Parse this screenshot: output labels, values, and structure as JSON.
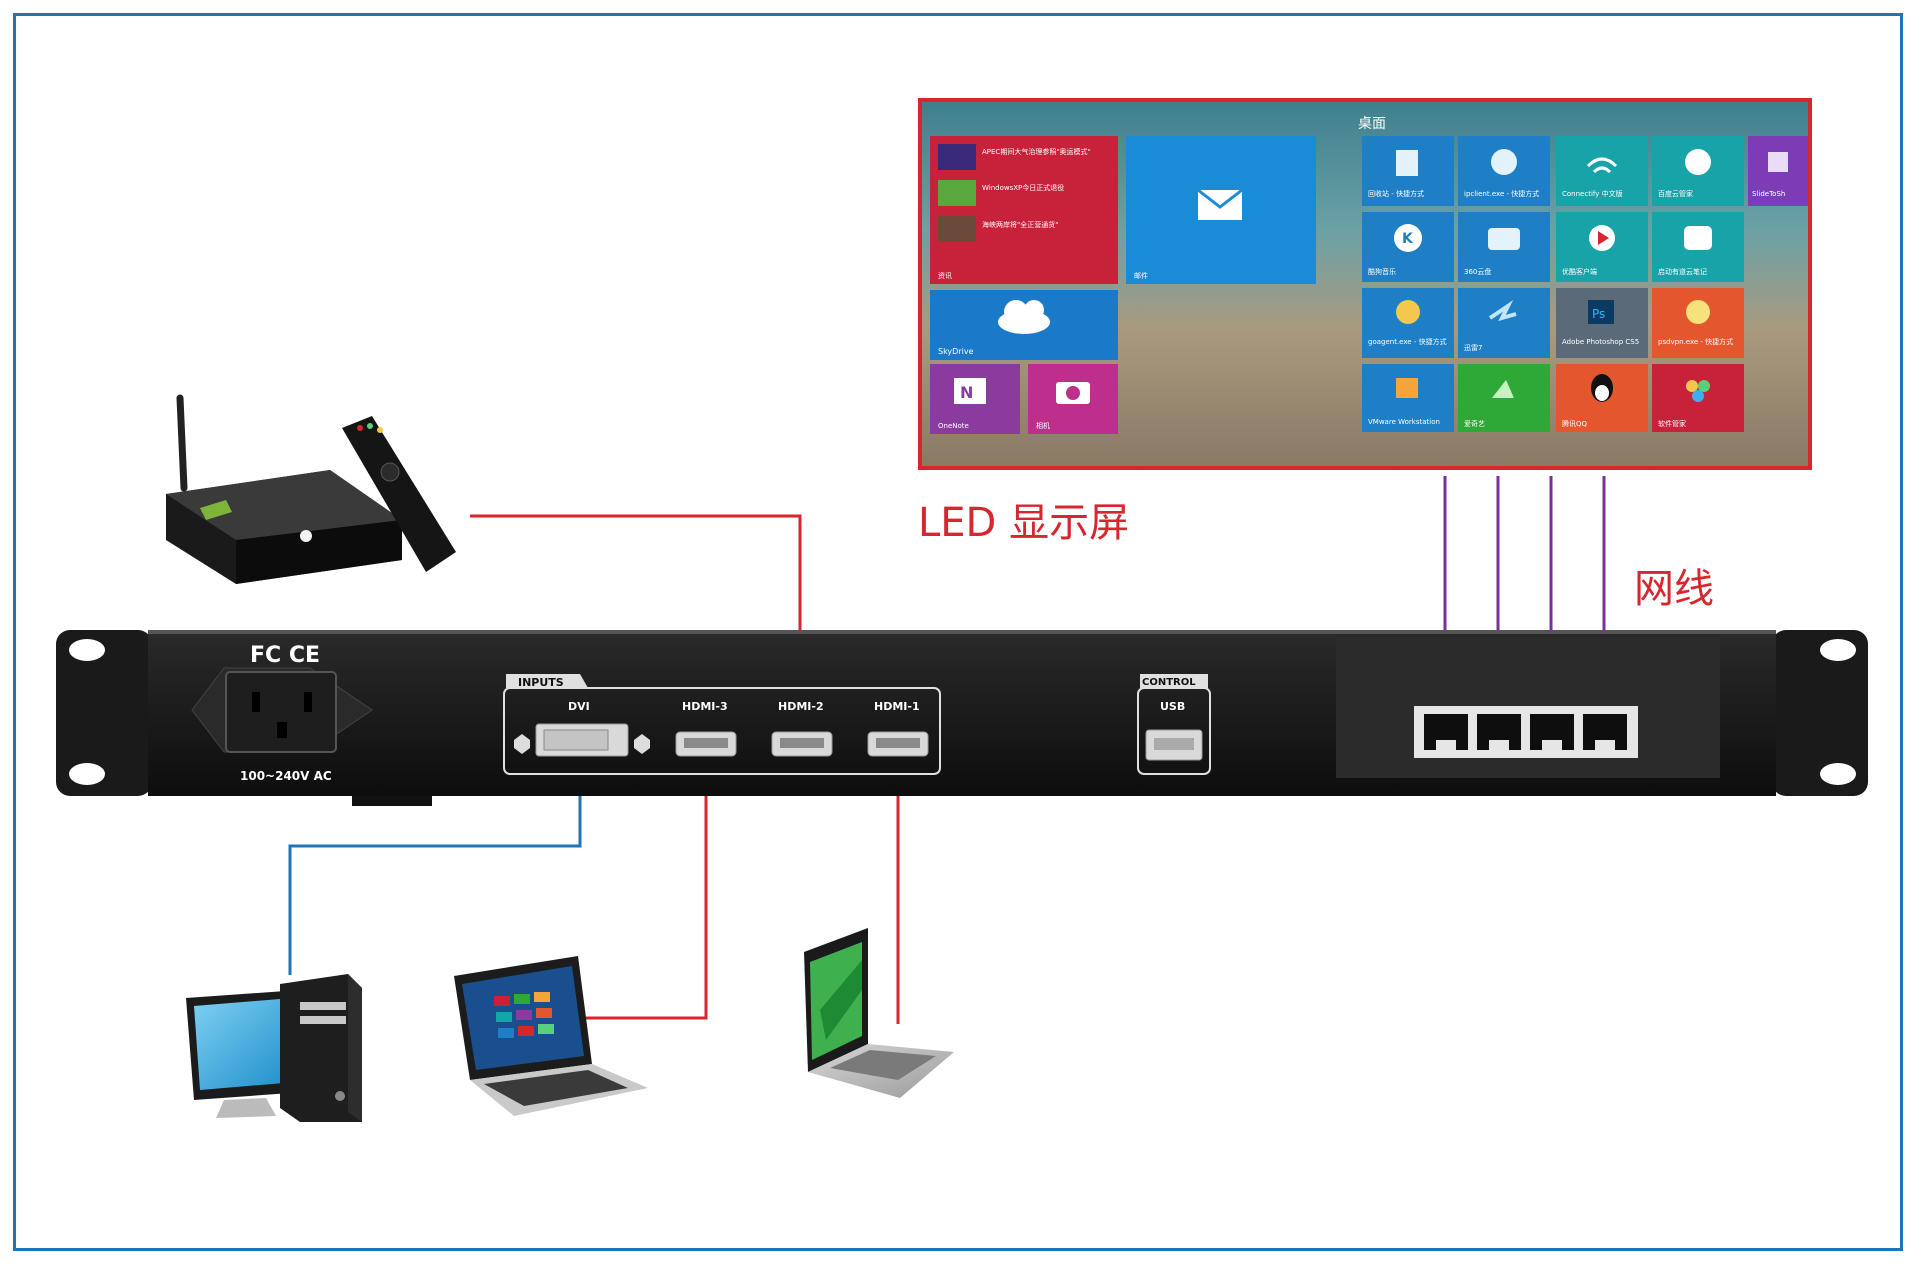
{
  "labels": {
    "led_screen": "LED 显示屏",
    "network_cable": "网线"
  },
  "panel": {
    "certifications": "FC CE",
    "power_rating": "100~240V AC",
    "inputs_tab": "INPUTS",
    "ports": [
      "DVI",
      "HDMI-3",
      "HDMI-2",
      "HDMI-1"
    ],
    "control_tab": "CONTROL",
    "usb_label": "USB"
  },
  "screen": {
    "desktop_label": "桌面",
    "news_lines": [
      "APEC期间大气治理参照\"奥运模式\"",
      "WindowsXP今日正式退役",
      "海峡两岸将\"全正营通货\""
    ],
    "tiles": [
      {
        "label": "资讯"
      },
      {
        "label": "邮件"
      },
      {
        "label": "SkyDrive"
      },
      {
        "label": "OneNote"
      },
      {
        "label": "相机"
      },
      {
        "label": "回收站 - 快捷方式"
      },
      {
        "label": "ipclient.exe - 快捷方式"
      },
      {
        "label": "Connectify 中文版"
      },
      {
        "label": "百度云管家"
      },
      {
        "label": "SlideToSh"
      },
      {
        "label": "酷狗音乐"
      },
      {
        "label": "360云盘"
      },
      {
        "label": "优酷客户端"
      },
      {
        "label": "启动有道云笔记"
      },
      {
        "label": "goagent.exe - 快捷方式"
      },
      {
        "label": "迅雷7"
      },
      {
        "label": "Adobe Photoshop CS5"
      },
      {
        "label": "psdvpn.exe - 快捷方式"
      },
      {
        "label": "VMware Workstation"
      },
      {
        "label": "爱奇艺"
      },
      {
        "label": "腾讯QQ"
      },
      {
        "label": "软件管家"
      }
    ]
  },
  "colors": {
    "hdmi_line": "#d8262e",
    "dvi_line": "#1f73b8",
    "network_line": "#7b2f9e",
    "screen_border": "#d8262e",
    "frame": "#1f73b8"
  }
}
